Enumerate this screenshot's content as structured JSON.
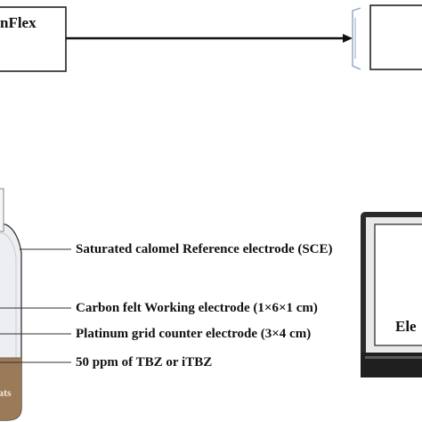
{
  "top": {
    "left_box_label": "nFlex",
    "right_box_label": ""
  },
  "cell": {
    "labels": [
      "Saturated calomel Reference electrode (SCE)",
      "Carbon felt Working electrode (1×6×1 cm)",
      "Platinum grid counter electrode (3×4 cm)",
      "50 ppm of TBZ or iTBZ"
    ],
    "bottom_text": "ats"
  },
  "device": {
    "screen_text": "Ele"
  }
}
